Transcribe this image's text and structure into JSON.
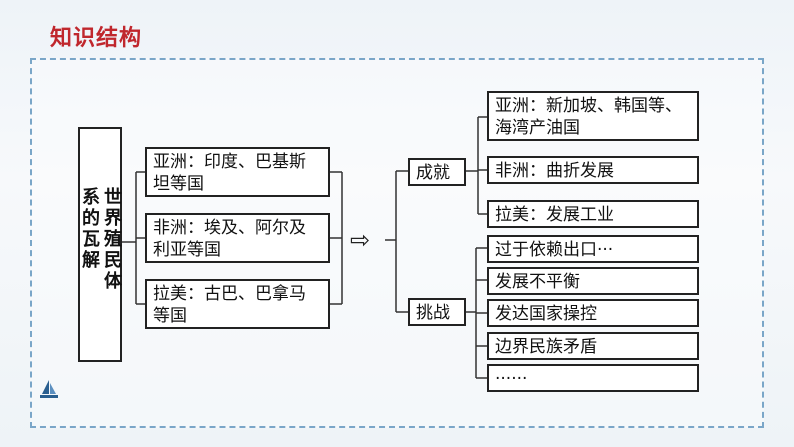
{
  "header": {
    "title": "知识结构"
  },
  "root": {
    "label": "世界殖民体系的瓦解"
  },
  "regions": [
    {
      "label": "亚洲：印度、巴基斯坦等国"
    },
    {
      "label": "非洲：埃及、阿尔及利亚等国"
    },
    {
      "label": "拉美：古巴、巴拿马等国"
    }
  ],
  "arrow": "⇨",
  "achievements": {
    "label": "成就",
    "items": [
      {
        "label": "亚洲：新加坡、韩国等、海湾产油国"
      },
      {
        "label": "非洲：曲折发展"
      },
      {
        "label": "拉美：发展工业"
      }
    ]
  },
  "challenges": {
    "label": "挑战",
    "items": [
      {
        "label": "过于依赖出口···"
      },
      {
        "label": "发展不平衡"
      },
      {
        "label": "发达国家操控"
      },
      {
        "label": "边界民族矛盾"
      },
      {
        "label": "······"
      }
    ]
  },
  "colors": {
    "title": "#c0272d",
    "border": "#222222",
    "panel_border": "#7aa6c8"
  },
  "icons": {
    "corner": "sailboat-icon"
  }
}
